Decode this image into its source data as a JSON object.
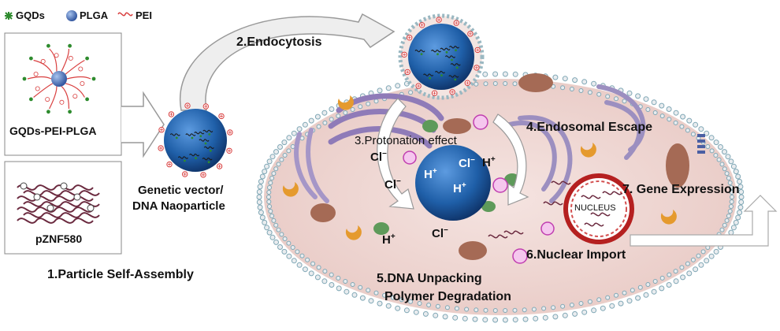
{
  "legend": {
    "gqds": "GQDs",
    "plga": "PLGA",
    "pei": "PEI"
  },
  "left_panel": {
    "composite_label": "GQDs-PEI-PLGA",
    "plasmid_label": "pZNF580"
  },
  "vector_label_line1": "Genetic vector/",
  "vector_label_line2": "DNA Naoparticle",
  "steps": {
    "s1": "1.Particle Self-Assembly",
    "s2": "2.Endocytosis",
    "s3": "3.Protonation effect",
    "s4": "4.Endosomal Escape",
    "s5_line1": "5.DNA Unpacking",
    "s5_line2": "Polymer Degradation",
    "s6": "6.Nuclear Import",
    "s7": "7. Gene Expression"
  },
  "nucleus_label": "NUCLEUS",
  "ions": {
    "cl": "Cl",
    "cl_minus": "Cl",
    "h": "H",
    "charge_minus": "−",
    "charge_plus": "+"
  },
  "colors": {
    "cell_fill": "#f0d8d4",
    "membrane_head": "#e9ecef",
    "membrane_edge": "#7fa7b5",
    "nanoparticle": "#1f5fa8",
    "gqd": "#2e8b2e",
    "pei": "#d94040",
    "nucleus_ring": "#b52020",
    "organelle_purple": "#8f7bb8",
    "mito": "#a56a55"
  }
}
